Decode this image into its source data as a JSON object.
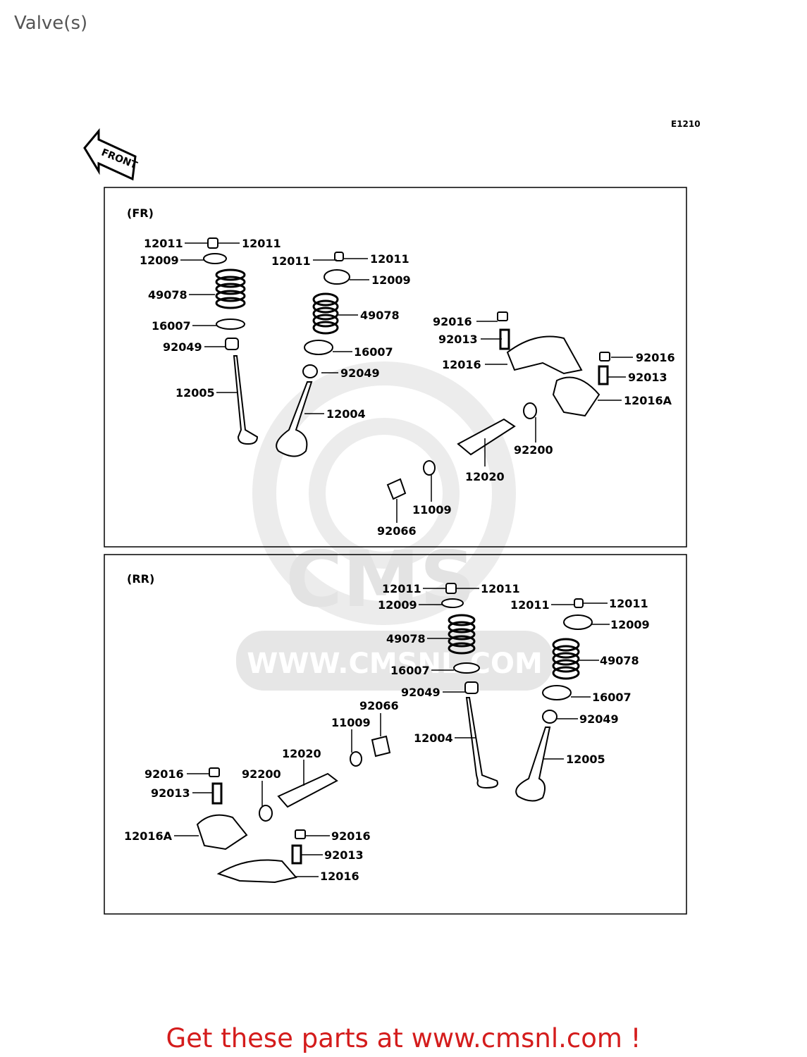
{
  "page": {
    "title": "Valve(s)"
  },
  "diagram": {
    "code": "E1210",
    "front_label": "FRONT",
    "watermark_url": "WWW.CMSNL.COM",
    "watermark_logo": "CMS",
    "fr": {
      "label": "(FR)",
      "parts": {
        "p1": "12011",
        "p2": "12011",
        "p3": "12009",
        "p4": "49078",
        "p5": "16007",
        "p6": "92049",
        "p7": "12005",
        "p8": "12011",
        "p9": "12011",
        "p10": "12009",
        "p11": "49078",
        "p12": "16007",
        "p13": "92049",
        "p14": "12004",
        "p15": "92016",
        "p16": "92013",
        "p17": "12016",
        "p18": "92016",
        "p19": "92013",
        "p20": "12016A",
        "p21": "92200",
        "p22": "12020",
        "p23": "11009",
        "p24": "92066"
      }
    },
    "rr": {
      "label": "(RR)",
      "parts": {
        "p1": "12011",
        "p2": "12011",
        "p3": "12009",
        "p4": "12011",
        "p5": "12011",
        "p6": "12009",
        "p7": "49078",
        "p8": "49078",
        "p9": "16007",
        "p10": "92049",
        "p11": "16007",
        "p12": "92049",
        "p13": "92066",
        "p14": "11009",
        "p15": "12004",
        "p16": "12020",
        "p17": "12005",
        "p18": "92016",
        "p19": "92200",
        "p20": "92013",
        "p21": "12016A",
        "p22": "92016",
        "p23": "92013",
        "p24": "12016"
      }
    }
  },
  "footer": {
    "text": "Get these parts at www.cmsnl.com !"
  },
  "colors": {
    "footer": "#d41c1c",
    "title": "#555555",
    "watermark": "#e6e6e6"
  }
}
